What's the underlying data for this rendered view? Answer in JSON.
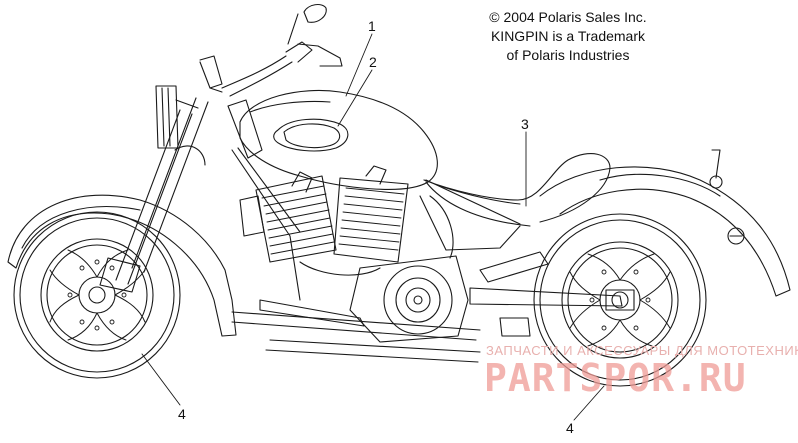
{
  "copyright": {
    "line1": "© 2004 Polaris Sales Inc.",
    "line2": "KINGPIN is a Trademark",
    "line3": "of Polaris Industries"
  },
  "callouts": {
    "c1": "1",
    "c2": "2",
    "c3": "3",
    "c4a": "4",
    "c4b": "4"
  },
  "watermark": {
    "tagline": "ЗАПЧАСТИ И АКСЕССУАРЫ ДЛЯ МОТОТЕХНИКИ",
    "brand": "PARTSPOR.RU"
  },
  "colors": {
    "line": "#1a1a1a",
    "watermark": "#ef9c96"
  }
}
